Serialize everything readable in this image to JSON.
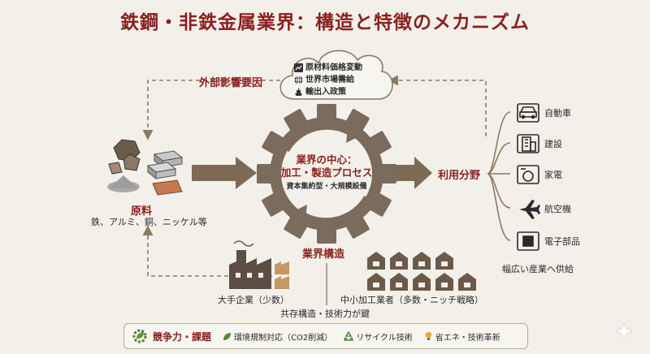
{
  "title": "鉄鋼・非鉄金属業界：構造と特徴のメカニズム",
  "external": {
    "label": "外部影響要因",
    "items": [
      {
        "icon": "chart-icon",
        "text": "原材料価格変動"
      },
      {
        "icon": "globe-icon",
        "text": "世界市場需給"
      },
      {
        "icon": "ship-icon",
        "text": "輸出入政策"
      }
    ]
  },
  "raw": {
    "title": "原料",
    "desc": "鉄、アルミ、銅、ニッケル等"
  },
  "center": {
    "line1": "業界の中心：",
    "line2": "加工・製造プロセス",
    "sub": "資本集約型・大規模設備"
  },
  "usage": {
    "label": "利用分野",
    "items": [
      {
        "icon": "car-icon",
        "text": "自動車"
      },
      {
        "icon": "building-icon",
        "text": "建設"
      },
      {
        "icon": "washer-icon",
        "text": "家電"
      },
      {
        "icon": "plane-icon",
        "text": "航空機"
      },
      {
        "icon": "chip-icon",
        "text": "電子部品"
      }
    ],
    "note": "幅広い産業へ供給"
  },
  "structure": {
    "label": "業界構造",
    "large": "大手企業（少数）",
    "small": "中小加工業者（多数・ニッチ戦略）",
    "note": "共存構造・技術力が鍵"
  },
  "challenges": {
    "title": "競争力・課題",
    "items": [
      {
        "icon": "leaf-icon",
        "text": "環境規制対応（CO2削減）"
      },
      {
        "icon": "recycle-icon",
        "text": "リサイクル技術"
      },
      {
        "icon": "bulb-icon",
        "text": "省エネ・技術革新"
      }
    ]
  },
  "colors": {
    "accent": "#8b1f1f",
    "brown": "#7d6a55",
    "gear": "#7a6b5c",
    "bg": "#f3f0ea"
  }
}
